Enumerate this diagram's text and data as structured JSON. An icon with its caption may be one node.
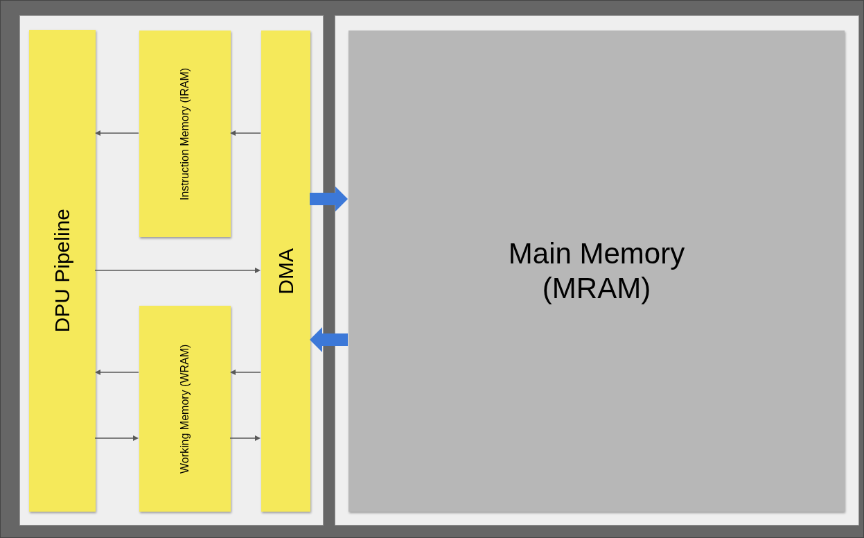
{
  "diagram": {
    "nodes": [
      {
        "text": [],
        "shape": "box"
      },
      {
        "text": [],
        "shape": "box"
      },
      {
        "text": [
          "DPU Pipeline"
        ],
        "in": 0
      },
      {
        "text": [
          "Instruction Memory (IRAM)"
        ],
        "in": 0
      },
      {
        "text": [
          "Working Memory (WRAM)"
        ],
        "in": 0
      },
      {
        "text": [
          "DMA"
        ],
        "in": 0
      },
      {
        "text": [
          "Main Memory (MRAM)"
        ],
        "in": 1
      }
    ],
    "edges": [
      {
        "from": 3,
        "to": 2,
        "arrow": "to"
      },
      {
        "from": 5,
        "to": 3,
        "arrow": "to"
      },
      {
        "from": 2,
        "to": 5,
        "arrow": "to"
      },
      {
        "from": 4,
        "to": 2,
        "arrow": "to"
      },
      {
        "from": 5,
        "to": 4,
        "arrow": "to"
      },
      {
        "from": 2,
        "to": 4,
        "arrow": "to"
      },
      {
        "from": 4,
        "to": 5,
        "arrow": "to"
      },
      {
        "from": 5,
        "to": 6,
        "arrow": "to",
        "style": "thick",
        "color": "#3c78d8"
      },
      {
        "from": 6,
        "to": 5,
        "arrow": "to",
        "style": "thick",
        "color": "#3c78d8"
      }
    ]
  }
}
